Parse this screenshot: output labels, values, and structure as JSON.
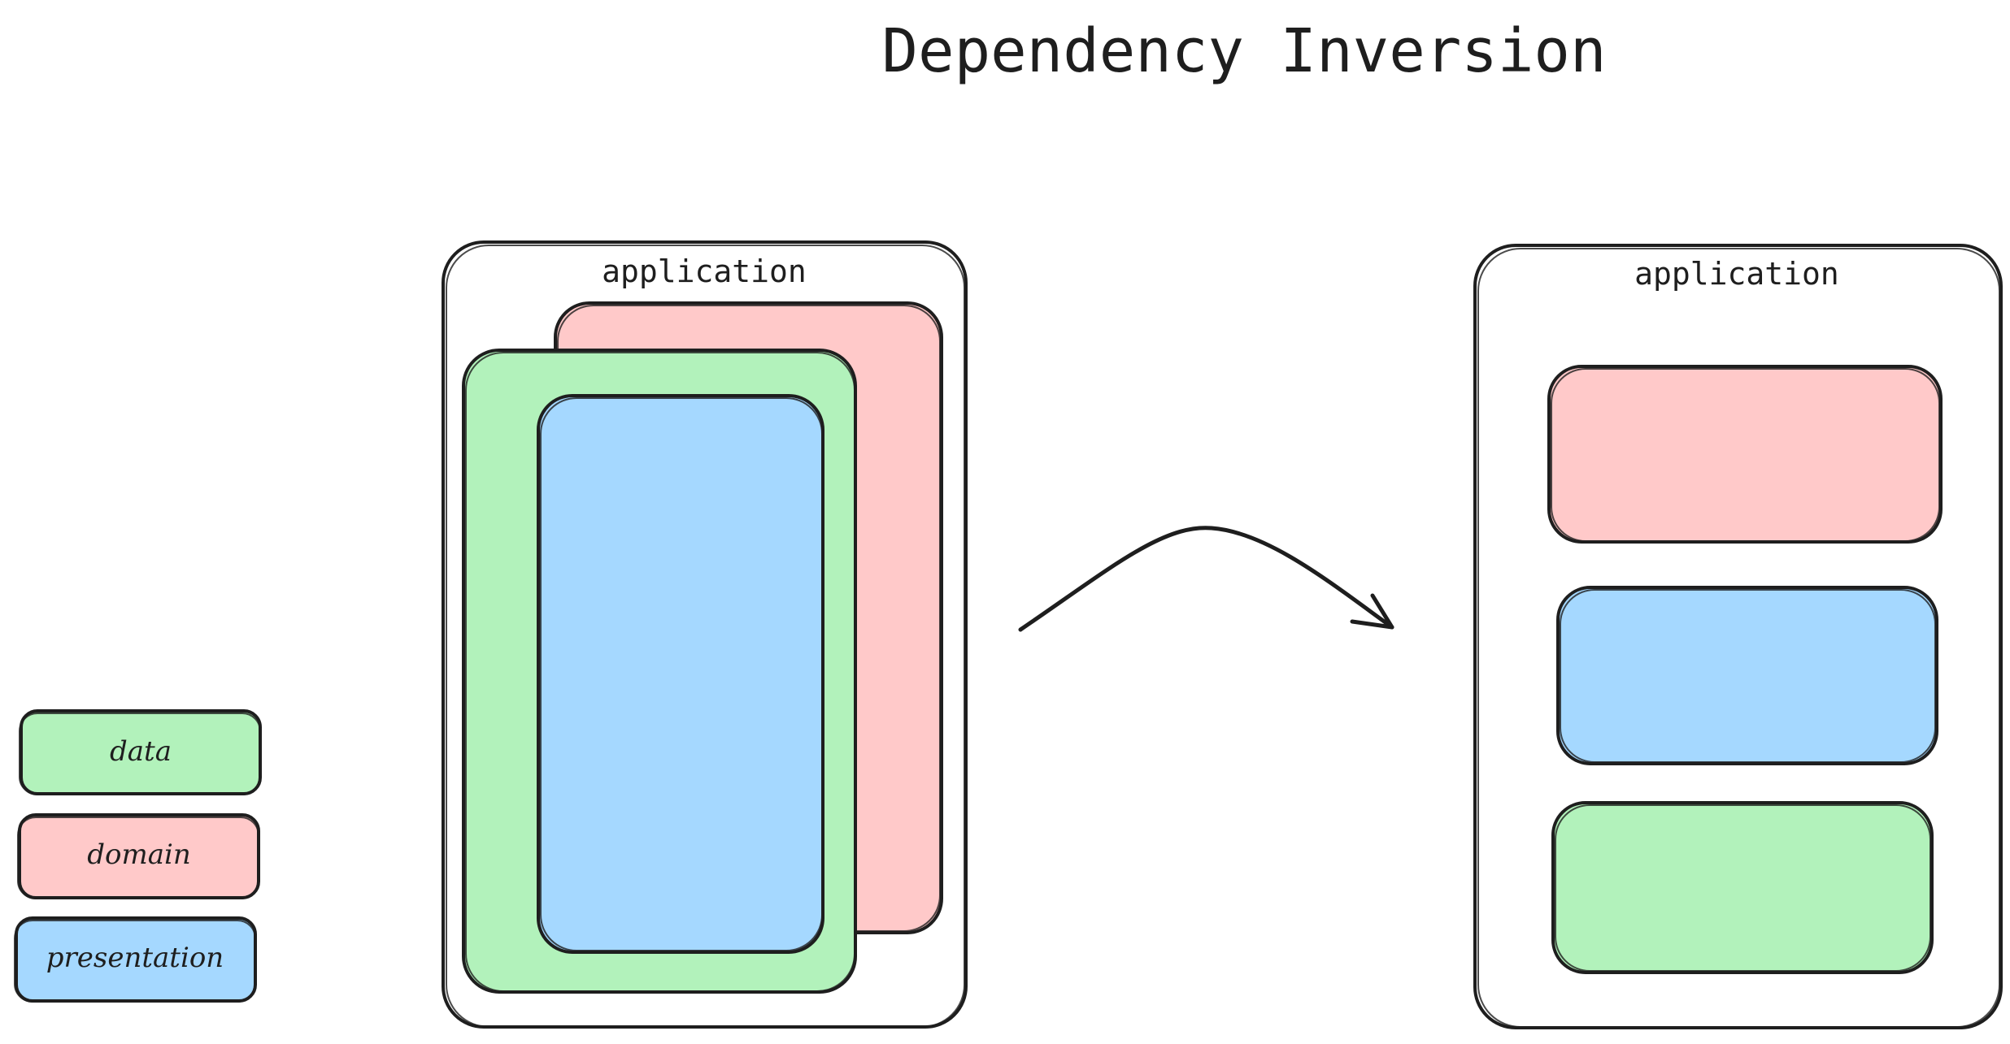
{
  "title": "Dependency Inversion",
  "colors": {
    "data": "#b2f2bb",
    "domain": "#ffc9c9",
    "presentation": "#a5d8ff",
    "stroke": "#1e1e1e",
    "container": "#ffffff"
  },
  "legend": [
    {
      "label": "data",
      "color": "#b2f2bb"
    },
    {
      "label": "domain",
      "color": "#ffc9c9"
    },
    {
      "label": "presentation",
      "color": "#a5d8ff"
    }
  ],
  "before": {
    "container_label": "application",
    "layers": [
      "domain",
      "data",
      "presentation"
    ]
  },
  "after": {
    "container_label": "application",
    "layers": [
      "domain",
      "presentation",
      "data"
    ]
  }
}
